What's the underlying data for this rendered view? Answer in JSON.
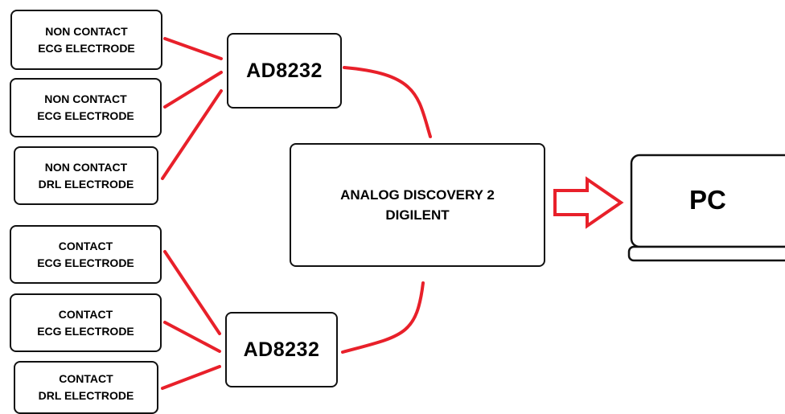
{
  "electrodes": {
    "nc_ecg_1": {
      "line1": "NON CONTACT",
      "line2": "ECG ELECTRODE"
    },
    "nc_ecg_2": {
      "line1": "NON CONTACT",
      "line2": "ECG ELECTRODE"
    },
    "nc_drl": {
      "line1": "NON CONTACT",
      "line2": "DRL ELECTRODE"
    },
    "c_ecg_1": {
      "line1": "CONTACT",
      "line2": "ECG ELECTRODE"
    },
    "c_ecg_2": {
      "line1": "CONTACT",
      "line2": "ECG ELECTRODE"
    },
    "c_drl": {
      "line1": "CONTACT",
      "line2": "DRL ELECTRODE"
    }
  },
  "amplifiers": {
    "top": "AD8232",
    "bottom": "AD8232"
  },
  "daq": {
    "line1": "ANALOG DISCOVERY 2",
    "line2": "DIGILENT"
  },
  "pc": {
    "label": "PC"
  },
  "colors": {
    "wire": "#e8202a",
    "arrow": "#e8202a",
    "outline": "#111111"
  }
}
